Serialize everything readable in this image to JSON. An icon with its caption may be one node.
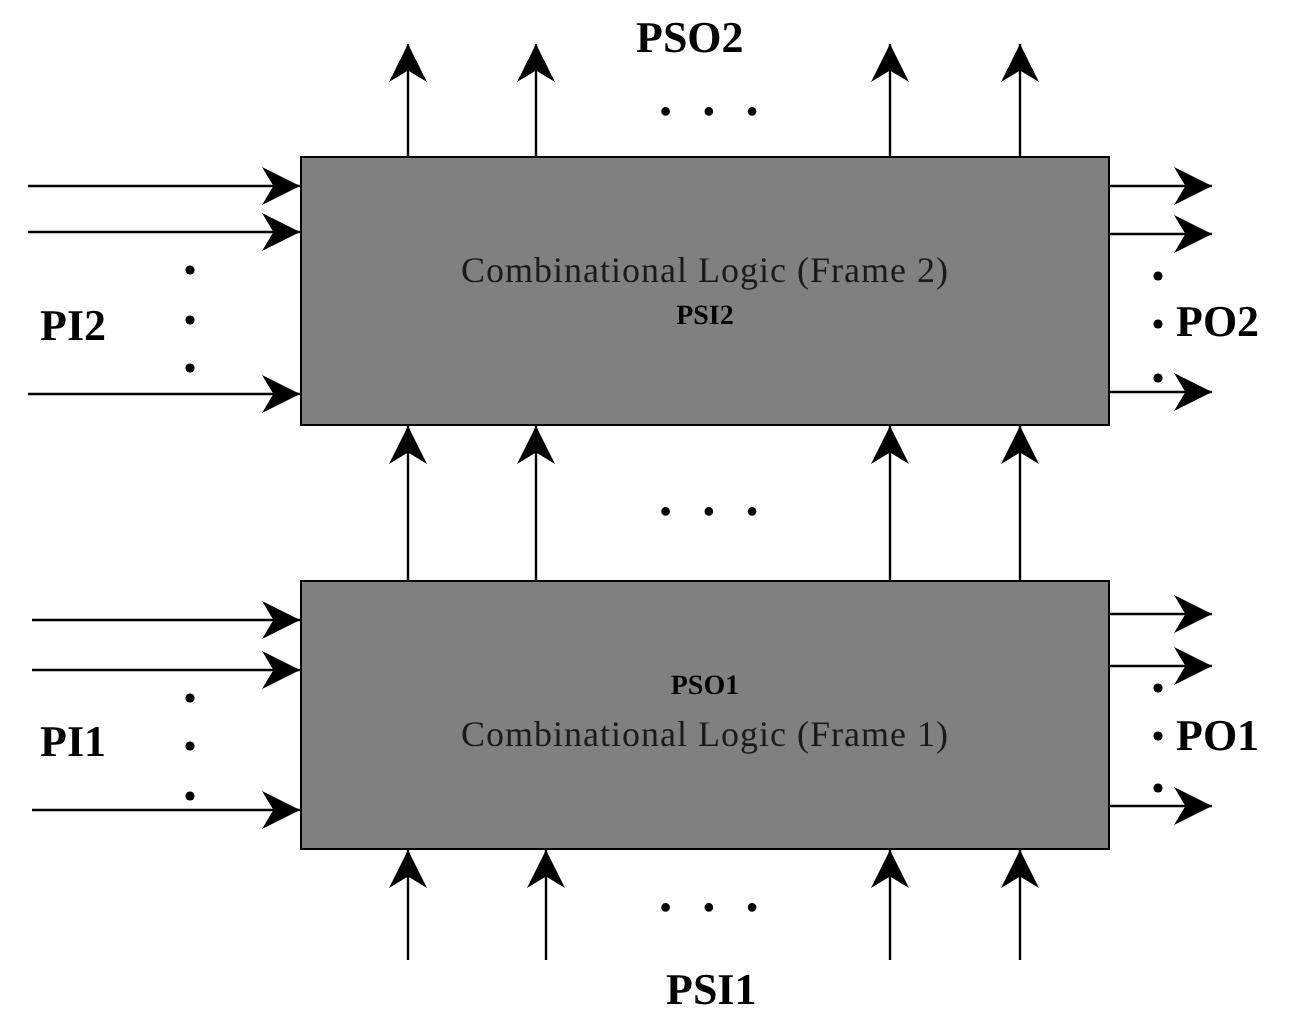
{
  "diagram": {
    "nodes": [
      {
        "text": [
          "Combinational Logic (Frame 2)",
          "PSI2"
        ]
      },
      {
        "text": [
          "PSO1",
          "Combinational Logic (Frame 1)"
        ]
      }
    ],
    "edges": [
      {
        "from": 0,
        "to": null,
        "arrow": "to"
      },
      {
        "from": 0,
        "to": null,
        "arrow": "to"
      },
      {
        "from": 0,
        "to": null,
        "arrow": "to"
      },
      {
        "from": 0,
        "to": null,
        "arrow": "to"
      },
      {
        "from": null,
        "to": 0,
        "arrow": "to"
      },
      {
        "from": null,
        "to": 0,
        "arrow": "to"
      },
      {
        "from": null,
        "to": 0,
        "arrow": "to"
      },
      {
        "from": 0,
        "to": null,
        "arrow": "to"
      },
      {
        "from": 0,
        "to": null,
        "arrow": "to"
      },
      {
        "from": 0,
        "to": null,
        "arrow": "to"
      },
      {
        "from": 1,
        "to": 0,
        "arrow": "to"
      },
      {
        "from": 1,
        "to": 0,
        "arrow": "to"
      },
      {
        "from": 1,
        "to": 0,
        "arrow": "to"
      },
      {
        "from": 1,
        "to": 0,
        "arrow": "to"
      },
      {
        "from": null,
        "to": 1,
        "arrow": "to"
      },
      {
        "from": null,
        "to": 1,
        "arrow": "to"
      },
      {
        "from": null,
        "to": 1,
        "arrow": "to"
      },
      {
        "from": 1,
        "to": null,
        "arrow": "to"
      },
      {
        "from": 1,
        "to": null,
        "arrow": "to"
      },
      {
        "from": 1,
        "to": null,
        "arrow": "to"
      },
      {
        "from": null,
        "to": 1,
        "arrow": "to"
      },
      {
        "from": null,
        "to": 1,
        "arrow": "to"
      },
      {
        "from": null,
        "to": 1,
        "arrow": "to"
      },
      {
        "from": null,
        "to": 1,
        "arrow": "to"
      }
    ],
    "labels": [
      "PSO2",
      "• • •",
      "PI2",
      "PO2",
      "• • •",
      "PI1",
      "PO1",
      "• • •",
      "PSI1"
    ]
  }
}
